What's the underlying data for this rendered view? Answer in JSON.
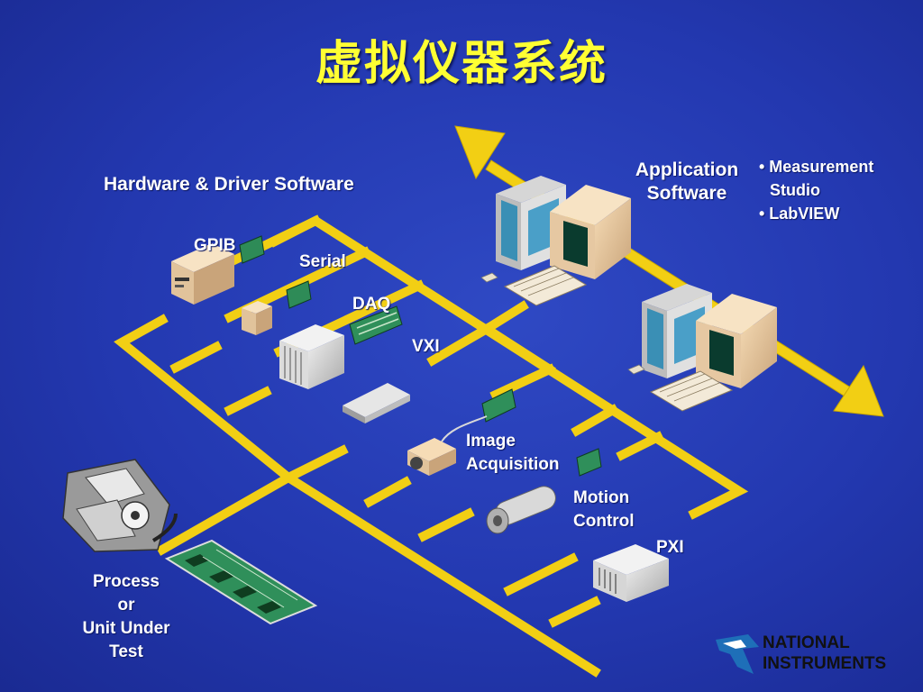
{
  "title": "虚拟仪器系统",
  "labels": {
    "hardware": "Hardware & Driver Software",
    "application": [
      "Application",
      "Software"
    ],
    "software_list": [
      "• Measurement",
      "Studio",
      "• LabVIEW"
    ],
    "gpib": "GPIB",
    "serial": "Serial",
    "daq": "DAQ",
    "vxi": "VXI",
    "image": [
      "Image",
      "Acquisition"
    ],
    "motion": [
      "Motion",
      "Control"
    ],
    "pxi": "PXI",
    "process": [
      "Process",
      "or",
      "Unit Under",
      "Test"
    ]
  },
  "logo": [
    "NATIONAL",
    "INSTRUMENTS"
  ],
  "colors": {
    "background": "#2338b0",
    "bus": "#f2cf14",
    "title": "#ffff33",
    "label": "#ffffff"
  }
}
